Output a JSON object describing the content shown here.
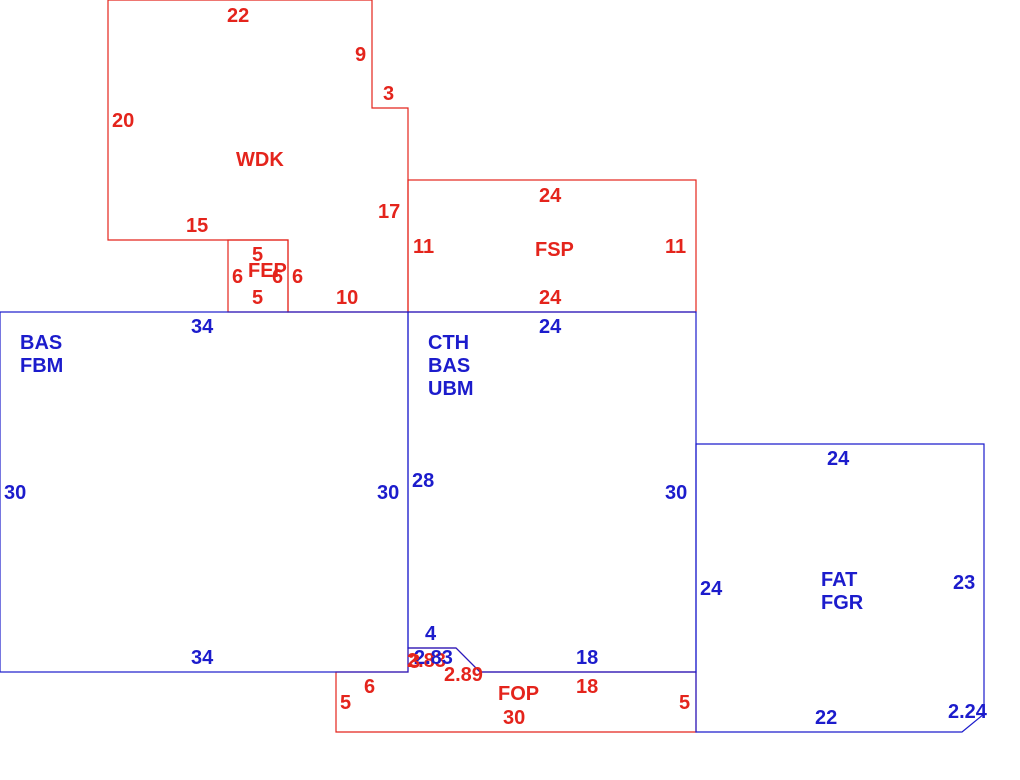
{
  "colors": {
    "red": "#e4241c",
    "blue": "#1c1ccc"
  },
  "areas": {
    "wdk": {
      "code": "WDK",
      "dims": [
        "22",
        "9",
        "3",
        "20",
        "17",
        "15",
        "10"
      ]
    },
    "fep": {
      "code": "FEP",
      "dims": [
        "5",
        "6",
        "6",
        "6",
        "5"
      ]
    },
    "fsp": {
      "code": "FSP",
      "dims": [
        "24",
        "11",
        "11",
        "24"
      ]
    },
    "bas_left": {
      "codes": [
        "BAS",
        "FBM"
      ],
      "dims": [
        "34",
        "30",
        "30",
        "34"
      ]
    },
    "cth": {
      "codes": [
        "CTH",
        "BAS",
        "UBM"
      ],
      "dims": [
        "24",
        "28",
        "30",
        "4",
        "18"
      ]
    },
    "fat": {
      "codes": [
        "FAT",
        "FGR"
      ],
      "dims": [
        "24",
        "24",
        "23",
        "22",
        "2.24"
      ]
    },
    "fop": {
      "code": "FOP",
      "dims": [
        "6",
        "5",
        "2.89",
        "18",
        "5",
        "30"
      ]
    },
    "overlap": {
      "dims": [
        "2.83",
        "2.83",
        "3"
      ]
    }
  }
}
